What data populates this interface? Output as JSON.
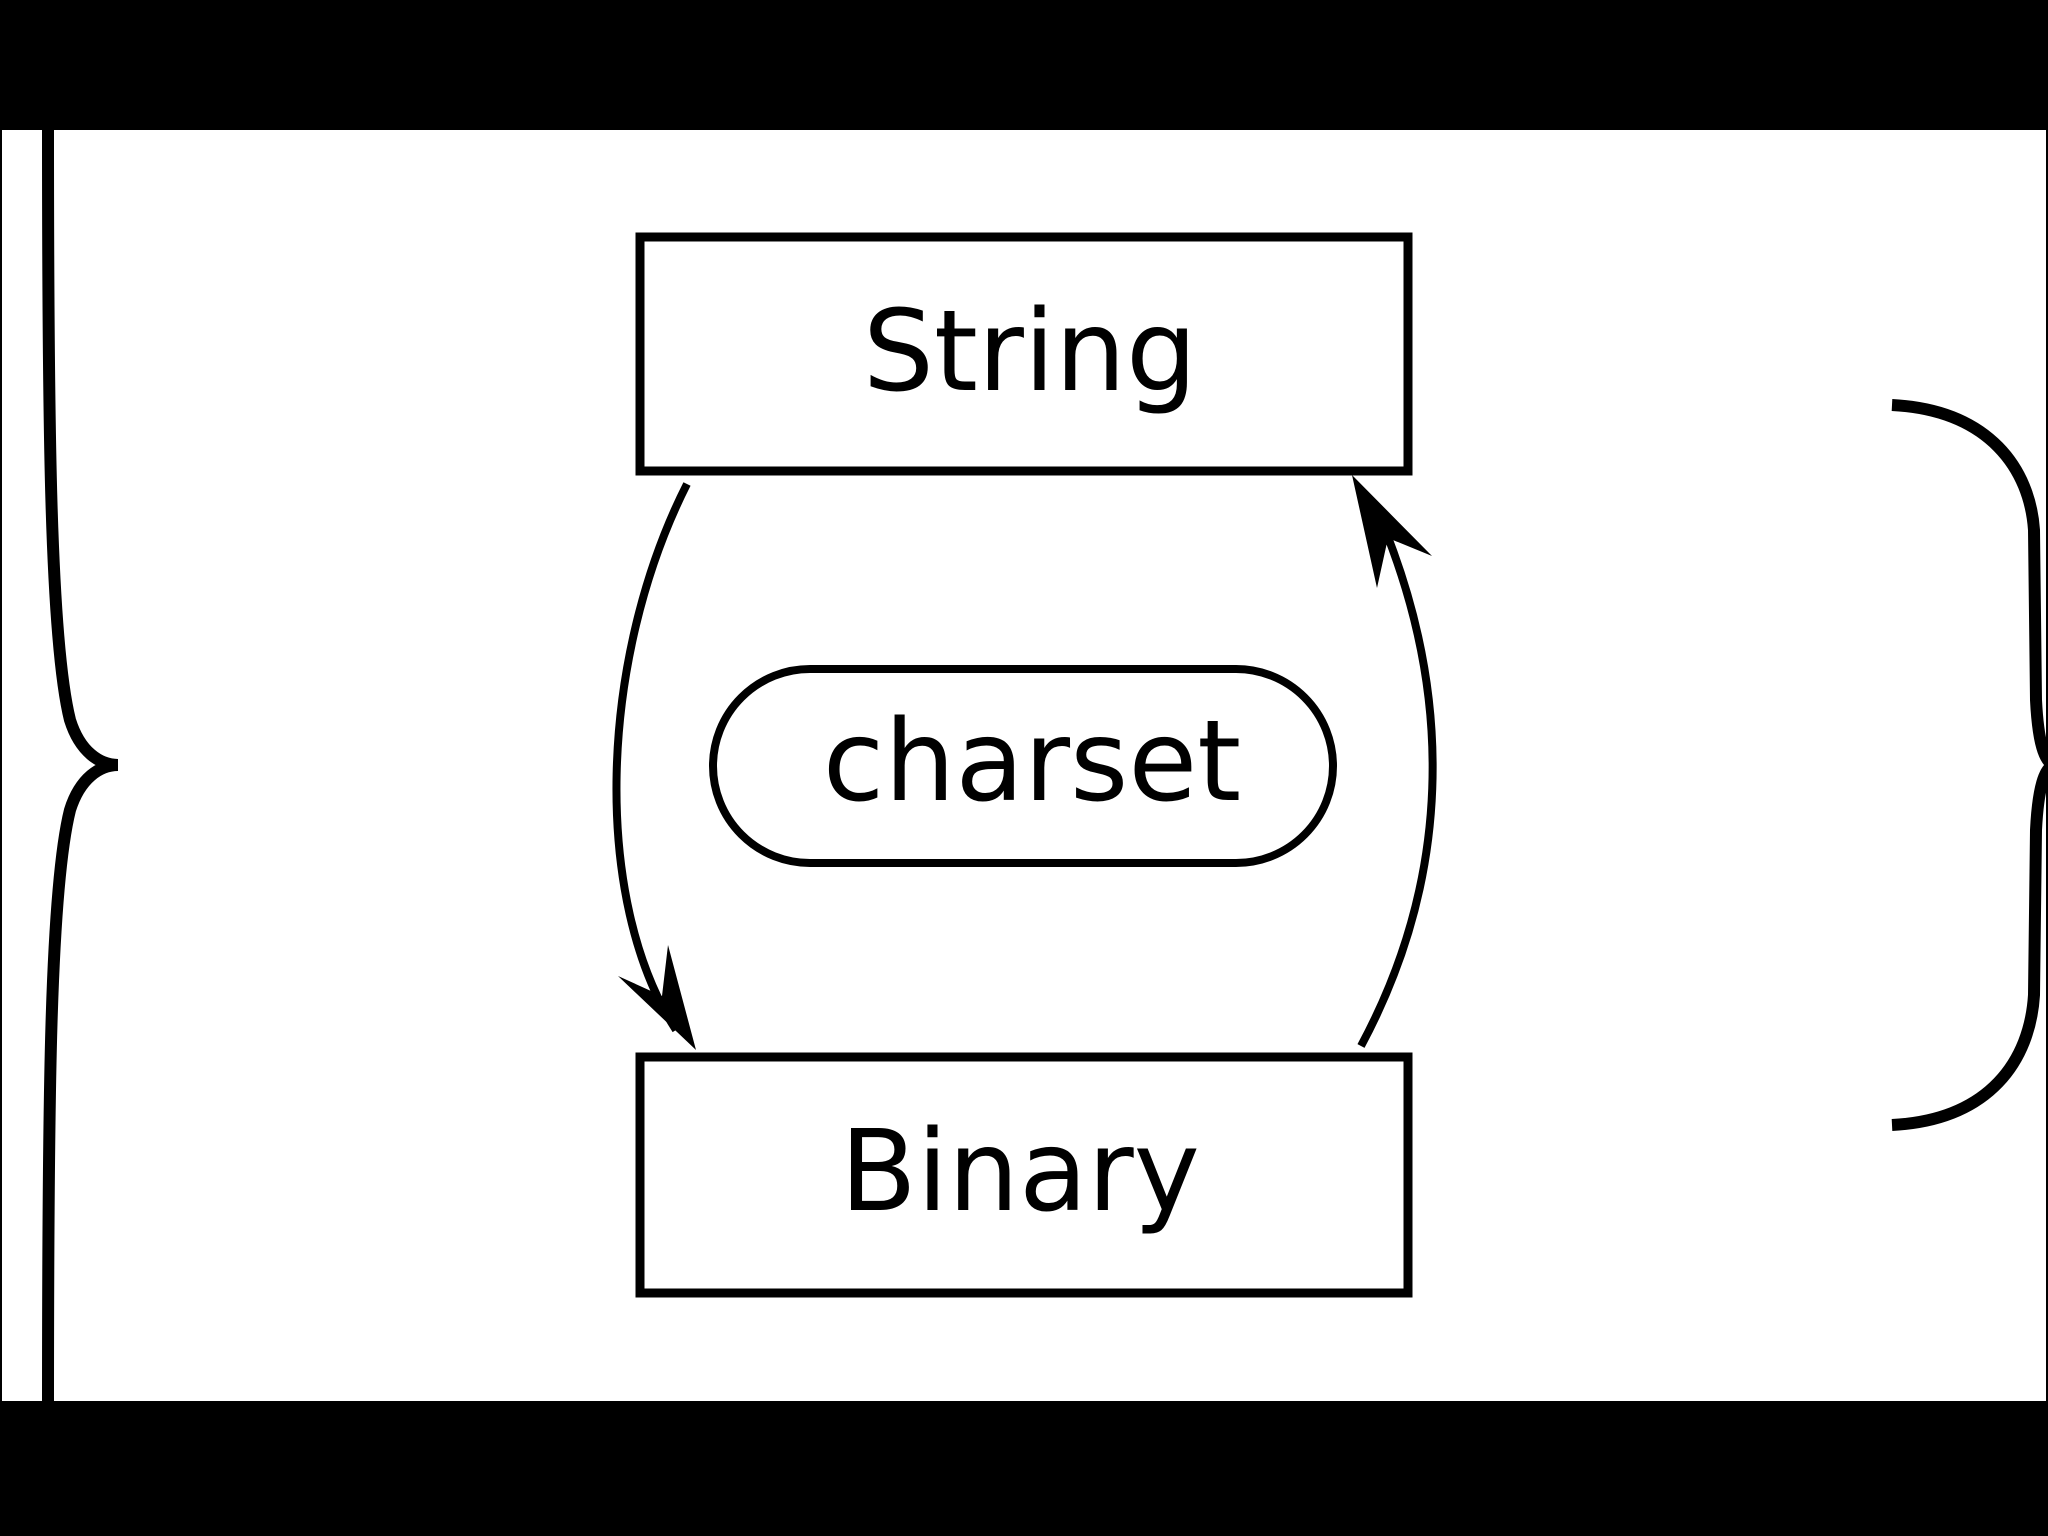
{
  "diagram": {
    "nodes": {
      "string": {
        "label": "String",
        "shape": "rectangle"
      },
      "charset": {
        "label": "charset",
        "shape": "rounded-capsule"
      },
      "binary": {
        "label": "Binary",
        "shape": "rectangle"
      }
    },
    "edges": [
      {
        "from": "string",
        "to": "binary",
        "style": "curved-arrow"
      },
      {
        "from": "binary",
        "to": "string",
        "style": "curved-arrow"
      }
    ],
    "decorations": [
      "left-curly-brace",
      "right-curly-brace"
    ],
    "colors": {
      "stroke": "#000000",
      "background": "#ffffff",
      "frame": "#000000"
    }
  }
}
